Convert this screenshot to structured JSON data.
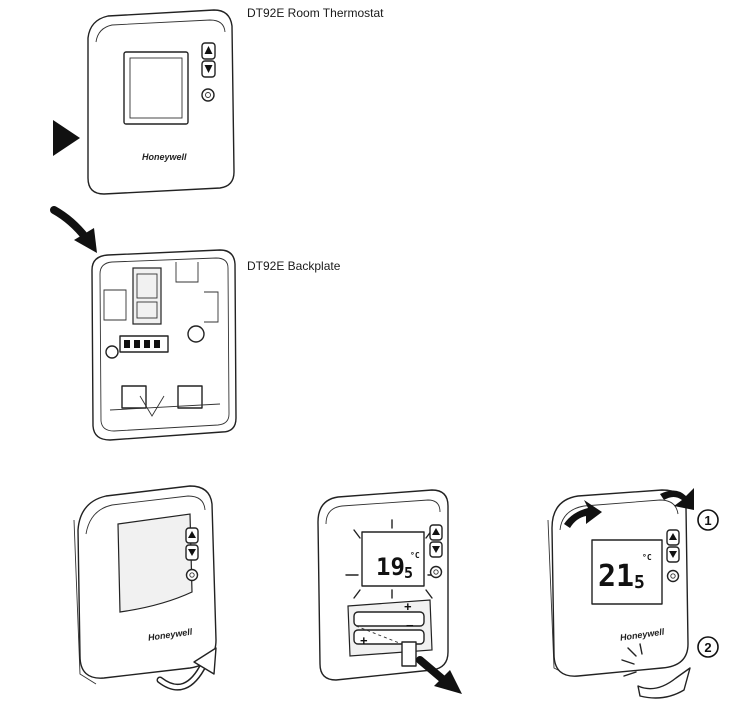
{
  "labels": {
    "thermostat": "DT92E Room Thermostat",
    "backplate": "DT92E Backplate"
  },
  "brand": "Honeywell",
  "displays": {
    "battery_step": {
      "integer": "19",
      "decimal": "5",
      "unit": "°C"
    },
    "final_step": {
      "integer": "21",
      "decimal": "5",
      "unit": "°C"
    }
  },
  "battery_signs": {
    "plus": "+",
    "minus": "−"
  },
  "steps": {
    "first": "1",
    "second": "2"
  },
  "icons": [
    "arrow-right-icon",
    "curved-arrow-down-icon",
    "up-button-icon",
    "down-button-icon",
    "mode-button-icon",
    "rotate-arrow-icon",
    "pull-tab-arrow-icon",
    "click-burst-icon"
  ]
}
